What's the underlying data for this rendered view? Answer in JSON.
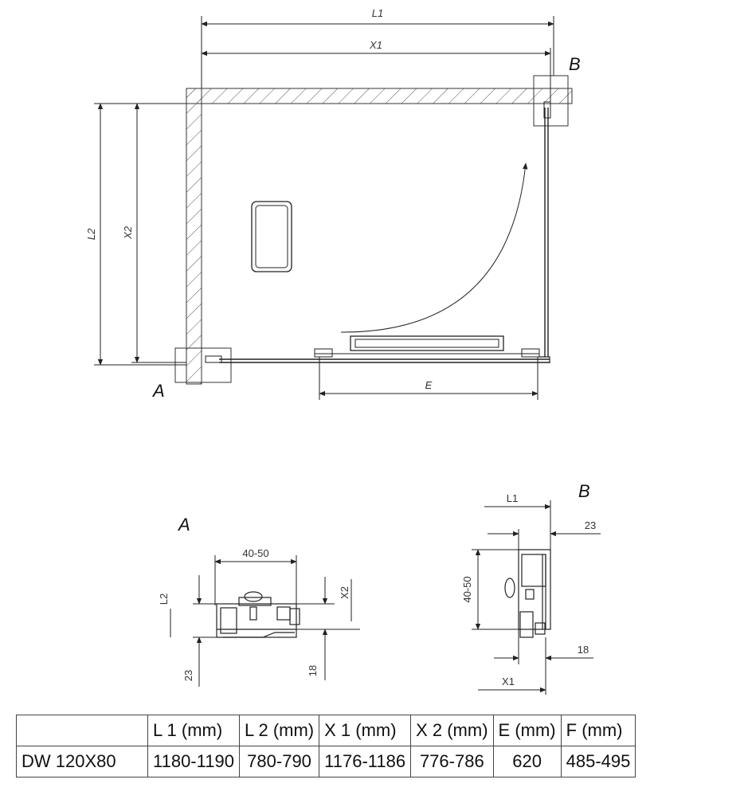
{
  "plan": {
    "dim_l1": "L1",
    "dim_x1": "X1",
    "dim_l2": "L2",
    "dim_x2": "X2",
    "dim_e": "E",
    "callout_a": "A",
    "callout_b": "B"
  },
  "detail_a": {
    "title": "A",
    "width": "40-50",
    "l2": "L2",
    "x2": "X2",
    "d23": "23",
    "d18": "18"
  },
  "detail_b": {
    "title": "B",
    "l1": "L1",
    "d23": "23",
    "height": "40-50",
    "d18": "18",
    "x1": "X1"
  },
  "table": {
    "headers": [
      "",
      "L 1 (mm)",
      "L 2 (mm)",
      "X 1 (mm)",
      "X 2 (mm)",
      "E  (mm)",
      "F  (mm)"
    ],
    "rows": [
      [
        "DW 120X80",
        "1180-1190",
        "780-790",
        "1176-1186",
        "776-786",
        "620",
        "485-495"
      ]
    ]
  }
}
